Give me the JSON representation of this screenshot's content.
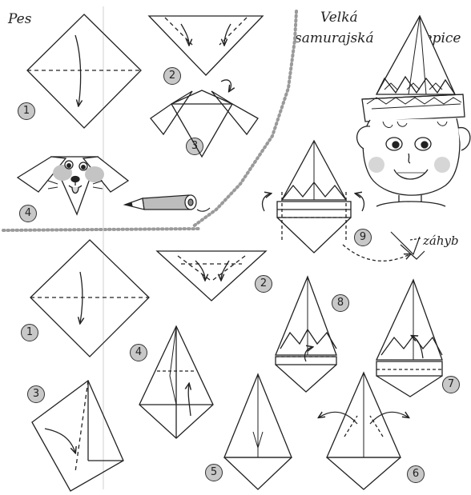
{
  "titles": {
    "dog": "Pes",
    "hat_line1": "Velká",
    "hat_line2": "samurajská",
    "hat_line3": "čepice",
    "fold_label": "záhyb"
  },
  "dog_steps": [
    "1",
    "2",
    "3",
    "4"
  ],
  "hat_steps": [
    "1",
    "2",
    "3",
    "4",
    "5",
    "6",
    "7",
    "8",
    "9"
  ],
  "colors": {
    "ink": "#222222",
    "badge": "#c8c8c8",
    "shade": "#bdbdbd",
    "cheek": "#d6d6d6"
  }
}
